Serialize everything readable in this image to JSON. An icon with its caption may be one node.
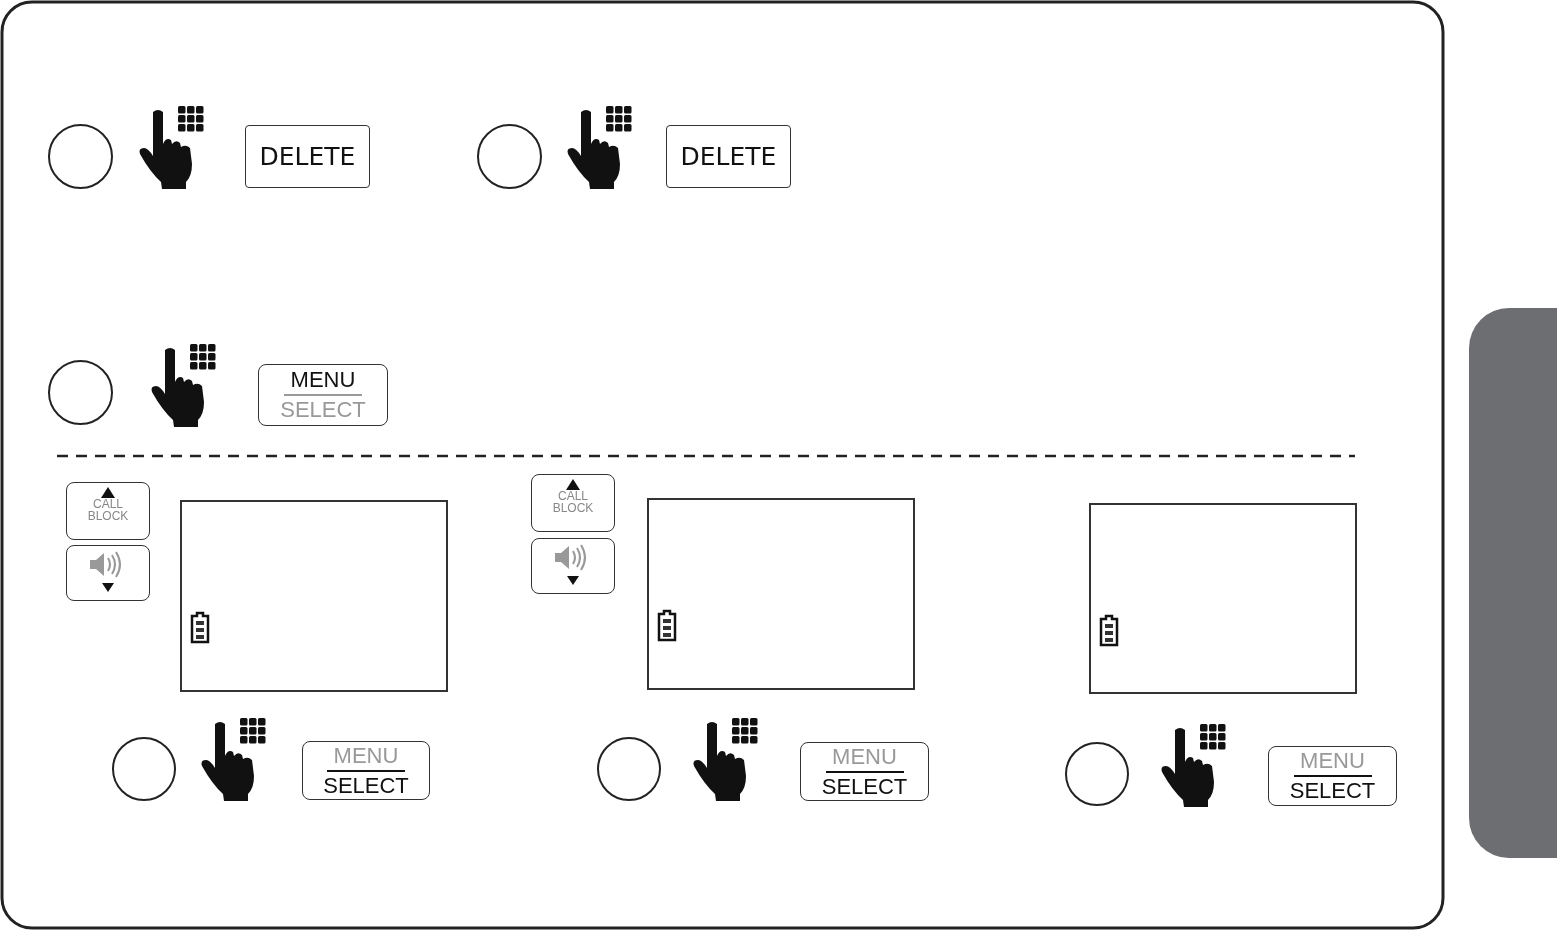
{
  "diagram": {
    "nodes": [
      {
        "text": [],
        "shape": "circle"
      },
      {
        "text": [
          "DELETE"
        ]
      },
      {
        "text": [],
        "shape": "circle"
      },
      {
        "text": [
          "DELETE"
        ]
      },
      {
        "text": [],
        "shape": "circle"
      },
      {
        "text": [
          "MENU",
          "SELECT"
        ]
      },
      {
        "text": [
          "CALL BLOCK"
        ]
      },
      {
        "text": [],
        "shape": "box"
      },
      {
        "text": [],
        "shape": "box"
      },
      {
        "text": [
          "CALL BLOCK"
        ]
      },
      {
        "text": [],
        "shape": "box"
      },
      {
        "text": [],
        "shape": "box"
      },
      {
        "text": [],
        "shape": "box"
      },
      {
        "text": [],
        "shape": "circle"
      },
      {
        "text": [
          "MENU",
          "SELECT"
        ]
      },
      {
        "text": [],
        "shape": "circle"
      },
      {
        "text": [
          "MENU",
          "SELECT"
        ]
      },
      {
        "text": [],
        "shape": "circle"
      },
      {
        "text": [
          "MENU",
          "SELECT"
        ]
      },
      {
        "text": [],
        "shape": "bar"
      }
    ],
    "edges": []
  }
}
